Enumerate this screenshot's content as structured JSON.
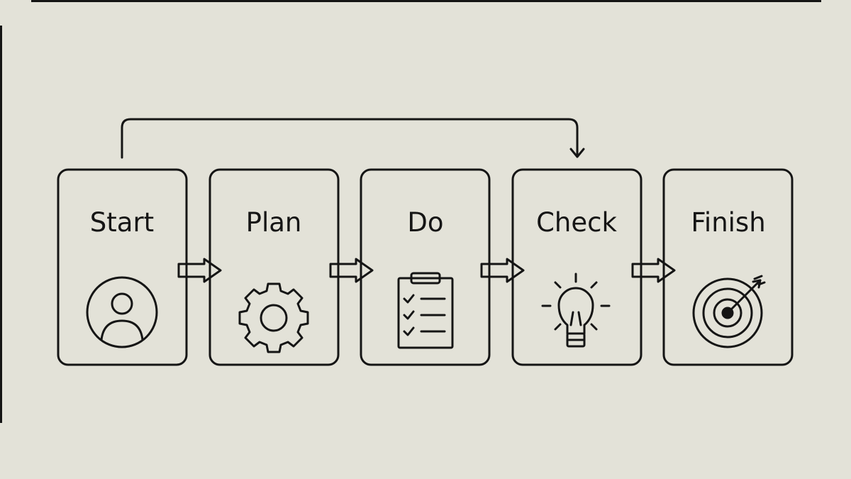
{
  "steps": [
    {
      "label": "Start",
      "icon": "person-circle-icon"
    },
    {
      "label": "Plan",
      "icon": "gear-icon"
    },
    {
      "label": "Do",
      "icon": "clipboard-checklist-icon"
    },
    {
      "label": "Check",
      "icon": "lightbulb-icon"
    },
    {
      "label": "Finish",
      "icon": "target-dart-icon"
    }
  ],
  "connectors": [
    {
      "from": "Start",
      "to": "Plan",
      "style": "arrow"
    },
    {
      "from": "Plan",
      "to": "Do",
      "style": "arrow"
    },
    {
      "from": "Do",
      "to": "Check",
      "style": "arrow"
    },
    {
      "from": "Check",
      "to": "Finish",
      "style": "arrow"
    },
    {
      "from": "Start",
      "to": "Check",
      "style": "loop-over-top"
    }
  ],
  "colors": {
    "background": "#e3e2d8",
    "stroke": "#151515"
  }
}
